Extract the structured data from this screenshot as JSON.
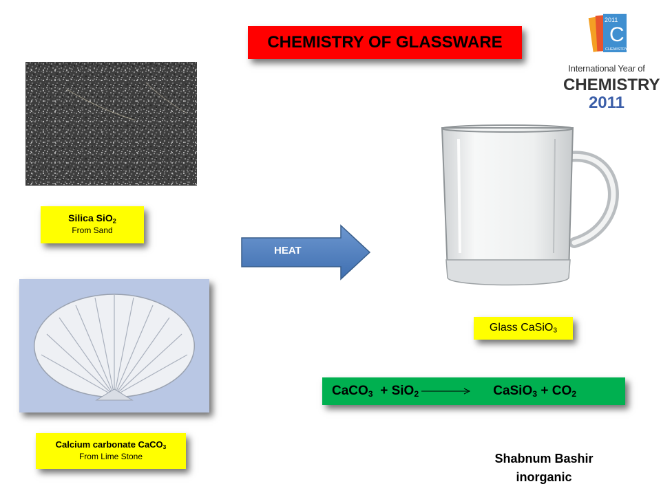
{
  "title": "CHEMISTRY OF GLASSWARE",
  "logo": {
    "mark_year": "2011",
    "mark_letter": "C",
    "mark_word": "CHEMISTRY",
    "line1": "International Year of",
    "line2": "CHEMISTRY",
    "line3": "2011"
  },
  "silica": {
    "name": "Silica SiO",
    "sub": "2",
    "source": "From  Sand"
  },
  "calcium": {
    "name": "Calcium carbonate CaCO",
    "sub": "3",
    "source": "From  Lime Stone"
  },
  "heat": "HEAT",
  "glass": {
    "name": "Glass CaSiO",
    "sub": "3"
  },
  "equation": {
    "r1": "CaCO",
    "r1_sub": "3",
    "plus1": "+ SiO",
    "r2_sub": "2",
    "p1": "CaSiO",
    "p1_sub": "3",
    "plus2": "+ CO",
    "p2_sub": "2"
  },
  "author": {
    "name": "Shabnum Bashir",
    "dept": "inorganic"
  },
  "colors": {
    "title_bg": "#ff0000",
    "label_bg": "#ffff00",
    "equation_bg": "#00b050",
    "arrow": "#4f81bd"
  }
}
